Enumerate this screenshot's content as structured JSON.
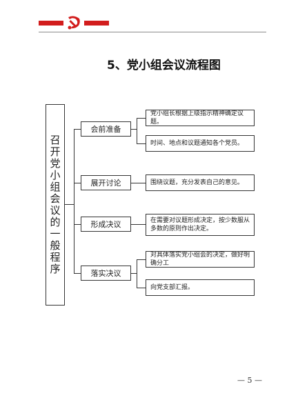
{
  "header": {
    "emblem": "party-emblem-icon",
    "accent_color": "#d21d1d"
  },
  "title": "5、党小组会议流程图",
  "diagram": {
    "main_label": "召开党小组会议的一般程序",
    "stages": [
      {
        "label": "会前准备",
        "details": [
          "党小组长根据上级指示精神确定议题。",
          "时间、地点和议题通知各个党员。"
        ]
      },
      {
        "label": "展开讨论",
        "details": [
          "围绕议题，充分发表自己的意见。"
        ]
      },
      {
        "label": "形成决议",
        "details": [
          "在需要对议题形成决定，按少数服从多数的原则作出决定。"
        ]
      },
      {
        "label": "落实决议",
        "details": [
          "对具体落实党小组会的决定，做好明确分工",
          "向党支部汇报。"
        ]
      }
    ]
  },
  "footer": {
    "page": "— 5 —"
  }
}
